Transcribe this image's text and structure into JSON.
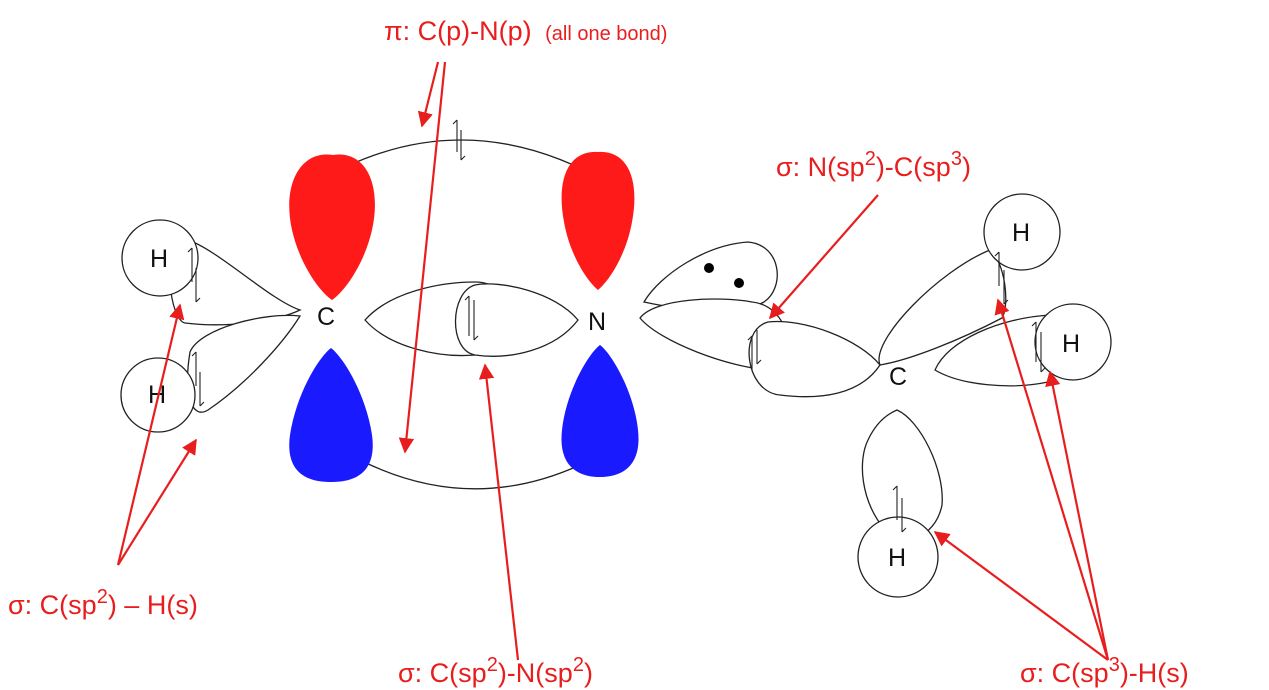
{
  "colors": {
    "annotation": "#e81e1e",
    "p_orbital_top": "#ff1a1a",
    "p_orbital_bottom": "#1a1aff",
    "outline": "#222222"
  },
  "atoms": {
    "c_left": "C",
    "n": "N",
    "c_right": "C",
    "h_left_top": "H",
    "h_left_bottom": "H",
    "h_right_top": "H",
    "h_right_middle": "H",
    "h_right_bottom": "H"
  },
  "labels": {
    "pi_bond": {
      "prefix": "π: C(p)-N(p)",
      "note": "(all one bond)"
    },
    "sigma_c_h_left": {
      "a": "σ: C(sp",
      "sup": "2",
      "b": ") – H(s)"
    },
    "sigma_c_n": {
      "a": "σ: C(sp",
      "sup1": "2",
      "b": ")-N(sp",
      "sup2": "2",
      "c": ")"
    },
    "sigma_n_c": {
      "a": "σ: N(sp",
      "sup1": "2",
      "b": ")-C(sp",
      "sup2": "3",
      "c": ")"
    },
    "sigma_c_h_right": {
      "a": "σ: C(sp",
      "sup": "3",
      "b": ")-H(s)"
    }
  }
}
